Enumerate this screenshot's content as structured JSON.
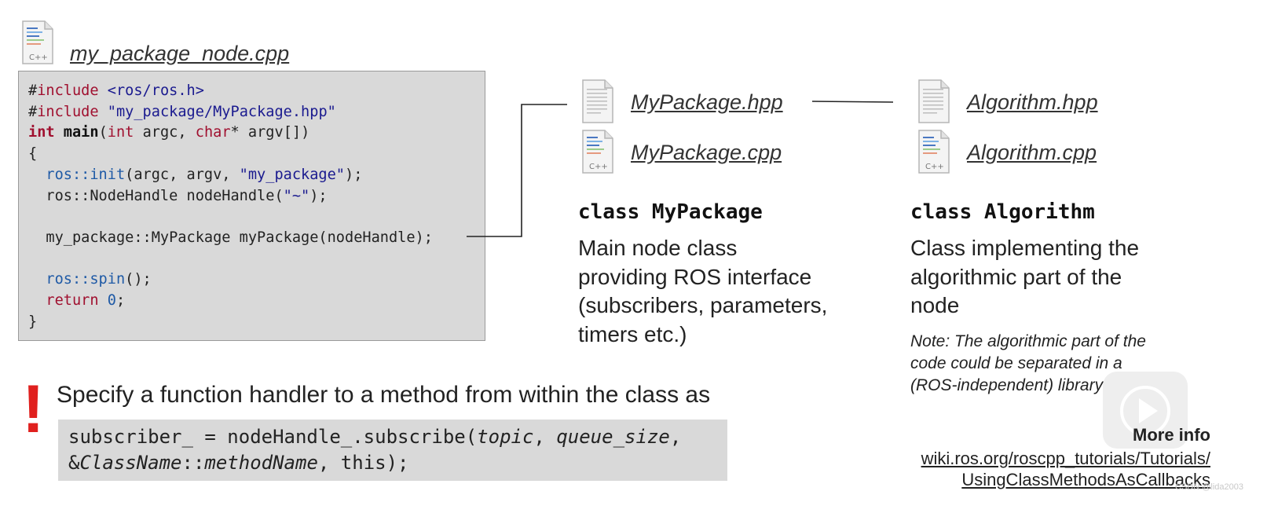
{
  "main_file": {
    "name": "my_package_node.cpp",
    "icon": "cpp-file-icon"
  },
  "code_lines": [
    "#include <ros/ros.h>",
    "#include \"my_package/MyPackage.hpp\"",
    "int main(int argc, char* argv[])",
    "{",
    "  ros::init(argc, argv, \"my_package\");",
    "  ros::NodeHandle nodeHandle(\"~\");",
    "",
    "  my_package::MyPackage myPackage(nodeHandle);",
    "",
    "  ros::spin();",
    "  return 0;",
    "}"
  ],
  "mypackage": {
    "hpp": "MyPackage.hpp",
    "cpp": "MyPackage.cpp",
    "class_title": "class MyPackage",
    "description_lines": [
      "Main node class",
      "providing ROS interface",
      "(subscribers, parameters,",
      "timers etc.)"
    ]
  },
  "algorithm": {
    "hpp": "Algorithm.hpp",
    "cpp": "Algorithm.cpp",
    "class_title": "class Algorithm",
    "description_lines": [
      "Class implementing the",
      "algorithmic part of the",
      "node"
    ],
    "note_lines": [
      "Note: The algorithmic part of the",
      "code could be separated in a",
      "(ROS-independent) library"
    ]
  },
  "callout": {
    "mark": "!",
    "text": "Specify a function handler to a method from within the class as",
    "snippet_line1_a": "subscriber_ = nodeHandle_.subscribe(",
    "snippet_topic": "topic",
    "snippet_sep": ", ",
    "snippet_queue": "queue_size",
    "snippet_line1_end": ",",
    "snippet_amp": "&",
    "snippet_class": "ClassName",
    "snippet_colons": "::",
    "snippet_method": "methodName",
    "snippet_end": ", this);"
  },
  "more_info": {
    "label": "More info",
    "url_line1": "wiki.ros.org/roscpp_tutorials/Tutorials/",
    "url_line2": "UsingClassMethodsAsCallbacks"
  },
  "watermark": "CSDN @lida2003",
  "colors": {
    "accent_red": "#e0201e",
    "code_bg": "#d9d9d9"
  }
}
